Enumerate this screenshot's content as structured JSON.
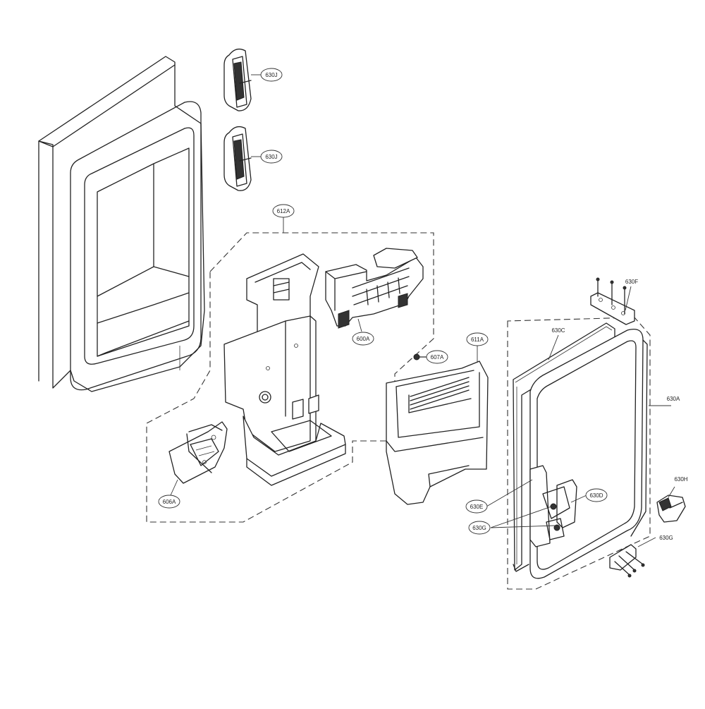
{
  "labels": {
    "l630J_top": "630J",
    "l630J_bot": "630J",
    "l612A": "612A",
    "l600A": "600A",
    "l607A": "607A",
    "l611A": "611A",
    "l606A": "606A",
    "l630F": "630F",
    "l630C": "630C",
    "l630A": "630A",
    "l630H": "630H",
    "l630D": "630D",
    "l630E": "630E",
    "l630G_left": "630G",
    "l630G_right": "630G"
  },
  "colors": {
    "line": "#222222",
    "background": "#ffffff"
  }
}
